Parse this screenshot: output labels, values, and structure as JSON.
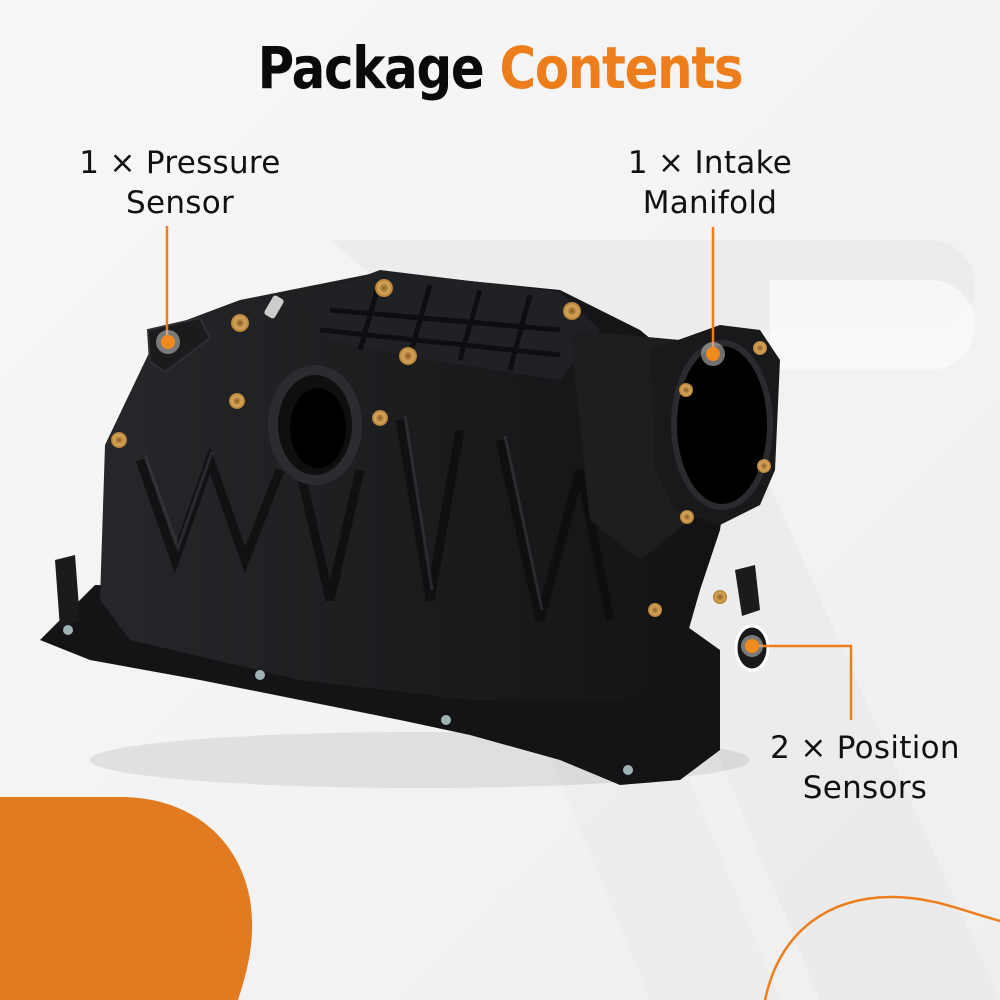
{
  "title": {
    "part1": "Package",
    "part2": "Contents"
  },
  "colors": {
    "accent": "#ee7d1c",
    "blob": "#e27a20",
    "background": "#f4f4f4",
    "title_text": "#0a0a0a",
    "product_body": "#1b1b1d",
    "brass_insert": "#c8974a"
  },
  "callouts": [
    {
      "id": "pressure-sensor",
      "quantity": "1 ×",
      "line1": "1 × Pressure",
      "line2": "Sensor"
    },
    {
      "id": "intake-manifold",
      "quantity": "1 ×",
      "line1": "1 × Intake",
      "line2": "Manifold"
    },
    {
      "id": "position-sensors",
      "quantity": "2 ×",
      "line1": "2 × Position",
      "line2": "Sensors"
    }
  ],
  "product": {
    "icon": "intake-manifold-image"
  }
}
